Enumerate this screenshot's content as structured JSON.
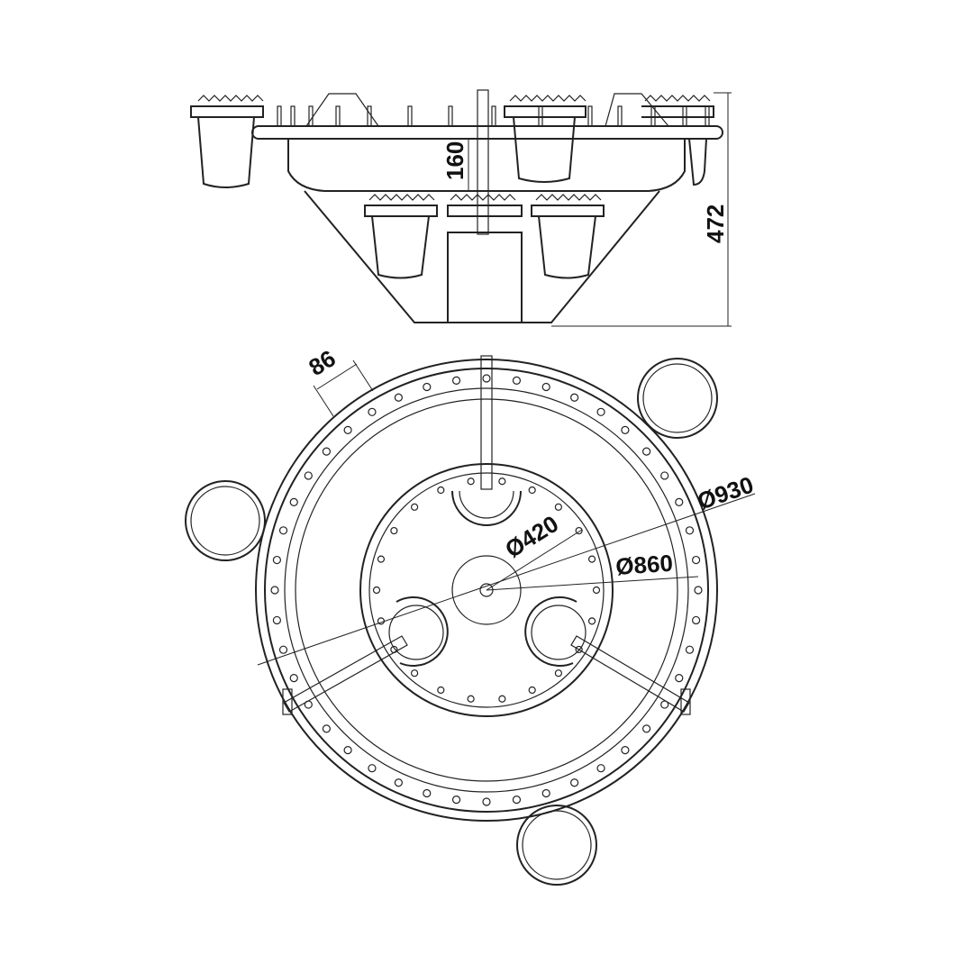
{
  "drawing": {
    "dimensions": {
      "height_pot": "160",
      "total_height": "472",
      "rim_width": "86",
      "outer_diameter": "Ø930",
      "inner_diameter": "Ø860",
      "center_diameter": "Ø420"
    }
  }
}
